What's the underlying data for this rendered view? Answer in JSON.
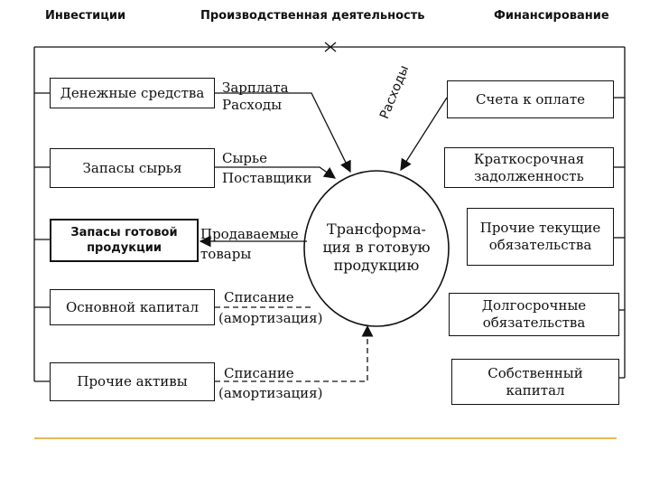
{
  "headers": {
    "investments": "Инвестиции",
    "production": "Производственная деятельность",
    "financing": "Финансирование"
  },
  "left_boxes": {
    "cash": "Денежные средства",
    "raw_stock": "Запасы сырья",
    "finished_stock": "Запасы готовой\nпродукции",
    "fixed_capital": "Основной капитал",
    "other_assets": "Прочие активы"
  },
  "right_boxes": {
    "payables": "Счета к оплате",
    "short_term_debt": "Краткосрочная\nзадолженность",
    "other_current": "Прочие текущие\nобязательства",
    "long_term": "Долгосрочные\nобязательства",
    "equity": "Собственный\nкапитал"
  },
  "flow_labels": {
    "salary": "Зарплата",
    "expenses": "Расходы",
    "raw": "Сырье",
    "suppliers": "Поставщики",
    "sold": "Продаваемые",
    "goods": "товары",
    "writeoff_1": "Списание",
    "amort_1": "(амортизация)",
    "writeoff_2": "Списание",
    "amort_2": "(амортизация)",
    "expenses_diag": "Расходы"
  },
  "center": "Трансформа-\nция в готовую\nпродукцию",
  "colors": {
    "separator": "#e0a020",
    "line": "#111111"
  }
}
